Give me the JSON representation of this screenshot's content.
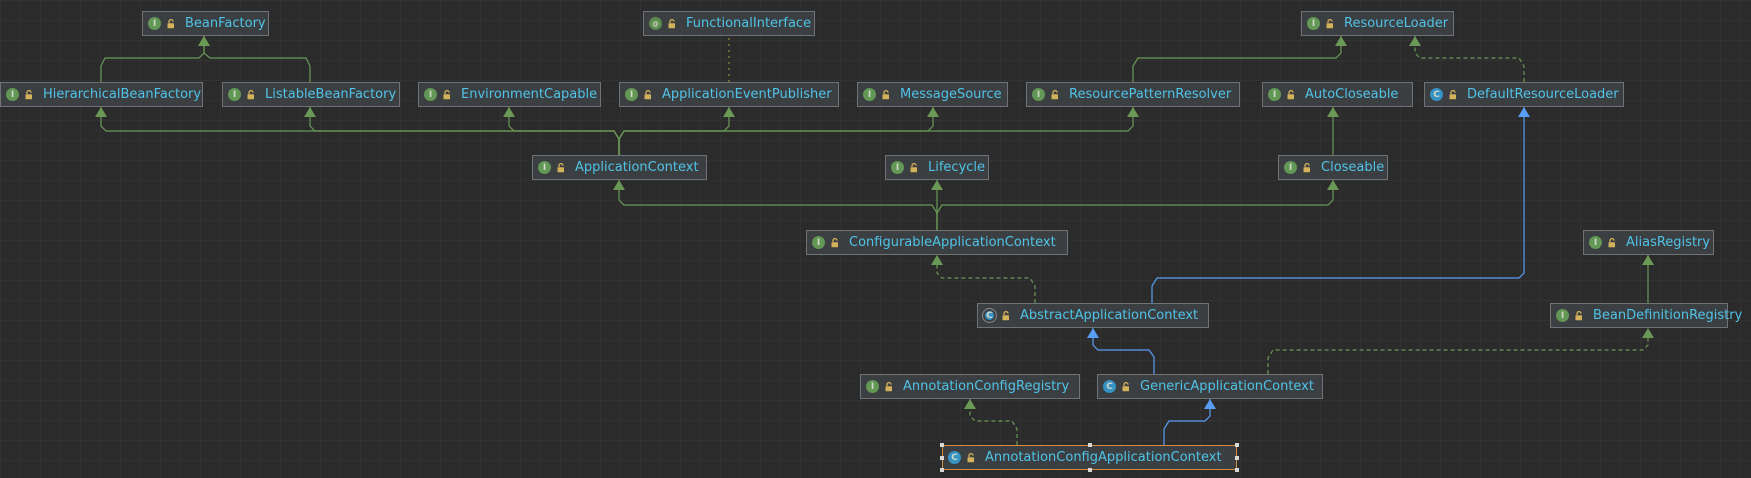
{
  "diagram": {
    "nodes": [
      {
        "id": "BeanFactory",
        "kind": "interface",
        "glyph": "I"
      },
      {
        "id": "FunctionalInterface",
        "kind": "annotation",
        "glyph": "@"
      },
      {
        "id": "ResourceLoader",
        "kind": "interface",
        "glyph": "I"
      },
      {
        "id": "HierarchicalBeanFactory",
        "kind": "interface",
        "glyph": "I"
      },
      {
        "id": "ListableBeanFactory",
        "kind": "interface",
        "glyph": "I"
      },
      {
        "id": "EnvironmentCapable",
        "kind": "interface",
        "glyph": "I"
      },
      {
        "id": "ApplicationEventPublisher",
        "kind": "interface",
        "glyph": "I"
      },
      {
        "id": "MessageSource",
        "kind": "interface",
        "glyph": "I"
      },
      {
        "id": "ResourcePatternResolver",
        "kind": "interface",
        "glyph": "I"
      },
      {
        "id": "AutoCloseable",
        "kind": "interface",
        "glyph": "I"
      },
      {
        "id": "DefaultResourceLoader",
        "kind": "class",
        "glyph": "C"
      },
      {
        "id": "ApplicationContext",
        "kind": "interface",
        "glyph": "I"
      },
      {
        "id": "Lifecycle",
        "kind": "interface",
        "glyph": "I"
      },
      {
        "id": "Closeable",
        "kind": "interface",
        "glyph": "I"
      },
      {
        "id": "ConfigurableApplicationContext",
        "kind": "interface",
        "glyph": "I"
      },
      {
        "id": "AliasRegistry",
        "kind": "interface",
        "glyph": "I"
      },
      {
        "id": "AbstractApplicationContext",
        "kind": "abstract",
        "glyph": "C"
      },
      {
        "id": "BeanDefinitionRegistry",
        "kind": "interface",
        "glyph": "I"
      },
      {
        "id": "AnnotationConfigRegistry",
        "kind": "interface",
        "glyph": "I"
      },
      {
        "id": "GenericApplicationContext",
        "kind": "class",
        "glyph": "C"
      },
      {
        "id": "AnnotationConfigApplicationContext",
        "kind": "class",
        "glyph": "C",
        "selected": true
      }
    ],
    "edges": [
      {
        "from": "HierarchicalBeanFactory",
        "to": "BeanFactory",
        "type": "extends"
      },
      {
        "from": "ListableBeanFactory",
        "to": "BeanFactory",
        "type": "extends"
      },
      {
        "from": "ApplicationEventPublisher",
        "to": "FunctionalInterface",
        "type": "annotated"
      },
      {
        "from": "ResourcePatternResolver",
        "to": "ResourceLoader",
        "type": "extends"
      },
      {
        "from": "DefaultResourceLoader",
        "to": "ResourceLoader",
        "type": "implements"
      },
      {
        "from": "ApplicationContext",
        "to": "HierarchicalBeanFactory",
        "type": "extends"
      },
      {
        "from": "ApplicationContext",
        "to": "ListableBeanFactory",
        "type": "extends"
      },
      {
        "from": "ApplicationContext",
        "to": "EnvironmentCapable",
        "type": "extends"
      },
      {
        "from": "ApplicationContext",
        "to": "ApplicationEventPublisher",
        "type": "extends"
      },
      {
        "from": "ApplicationContext",
        "to": "MessageSource",
        "type": "extends"
      },
      {
        "from": "ApplicationContext",
        "to": "ResourcePatternResolver",
        "type": "extends"
      },
      {
        "from": "Closeable",
        "to": "AutoCloseable",
        "type": "extends"
      },
      {
        "from": "ConfigurableApplicationContext",
        "to": "ApplicationContext",
        "type": "extends"
      },
      {
        "from": "ConfigurableApplicationContext",
        "to": "Lifecycle",
        "type": "extends"
      },
      {
        "from": "ConfigurableApplicationContext",
        "to": "Closeable",
        "type": "extends"
      },
      {
        "from": "AbstractApplicationContext",
        "to": "ConfigurableApplicationContext",
        "type": "implements"
      },
      {
        "from": "AbstractApplicationContext",
        "to": "DefaultResourceLoader",
        "type": "class-extends"
      },
      {
        "from": "BeanDefinitionRegistry",
        "to": "AliasRegistry",
        "type": "extends"
      },
      {
        "from": "GenericApplicationContext",
        "to": "AbstractApplicationContext",
        "type": "class-extends"
      },
      {
        "from": "GenericApplicationContext",
        "to": "BeanDefinitionRegistry",
        "type": "implements"
      },
      {
        "from": "AnnotationConfigApplicationContext",
        "to": "GenericApplicationContext",
        "type": "class-extends"
      },
      {
        "from": "AnnotationConfigApplicationContext",
        "to": "AnnotationConfigRegistry",
        "type": "implements"
      }
    ],
    "colors": {
      "interface_edge": "#6a9955",
      "class_edge": "#589df6",
      "annotation_edge": "#8a8a3a",
      "label": "#4fc3e8",
      "node_bg": "#3c3f41",
      "selected_border": "#d58b3e"
    },
    "icons": {
      "visibility": "unlock-icon"
    }
  }
}
